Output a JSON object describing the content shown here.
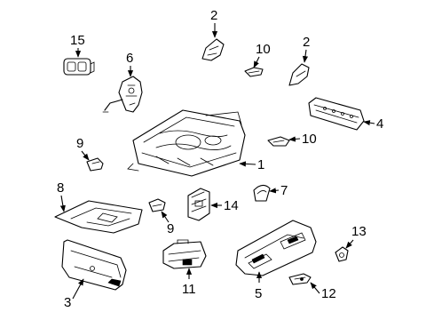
{
  "callouts": {
    "c1": "1",
    "c2a": "2",
    "c2b": "2",
    "c3": "3",
    "c4": "4",
    "c5": "5",
    "c6": "6",
    "c7": "7",
    "c8": "8",
    "c9a": "9",
    "c9b": "9",
    "c10a": "10",
    "c10b": "10",
    "c11": "11",
    "c12": "12",
    "c13": "13",
    "c14": "14",
    "c15": "15"
  },
  "colors": {
    "line": "#000000",
    "background": "#ffffff"
  }
}
